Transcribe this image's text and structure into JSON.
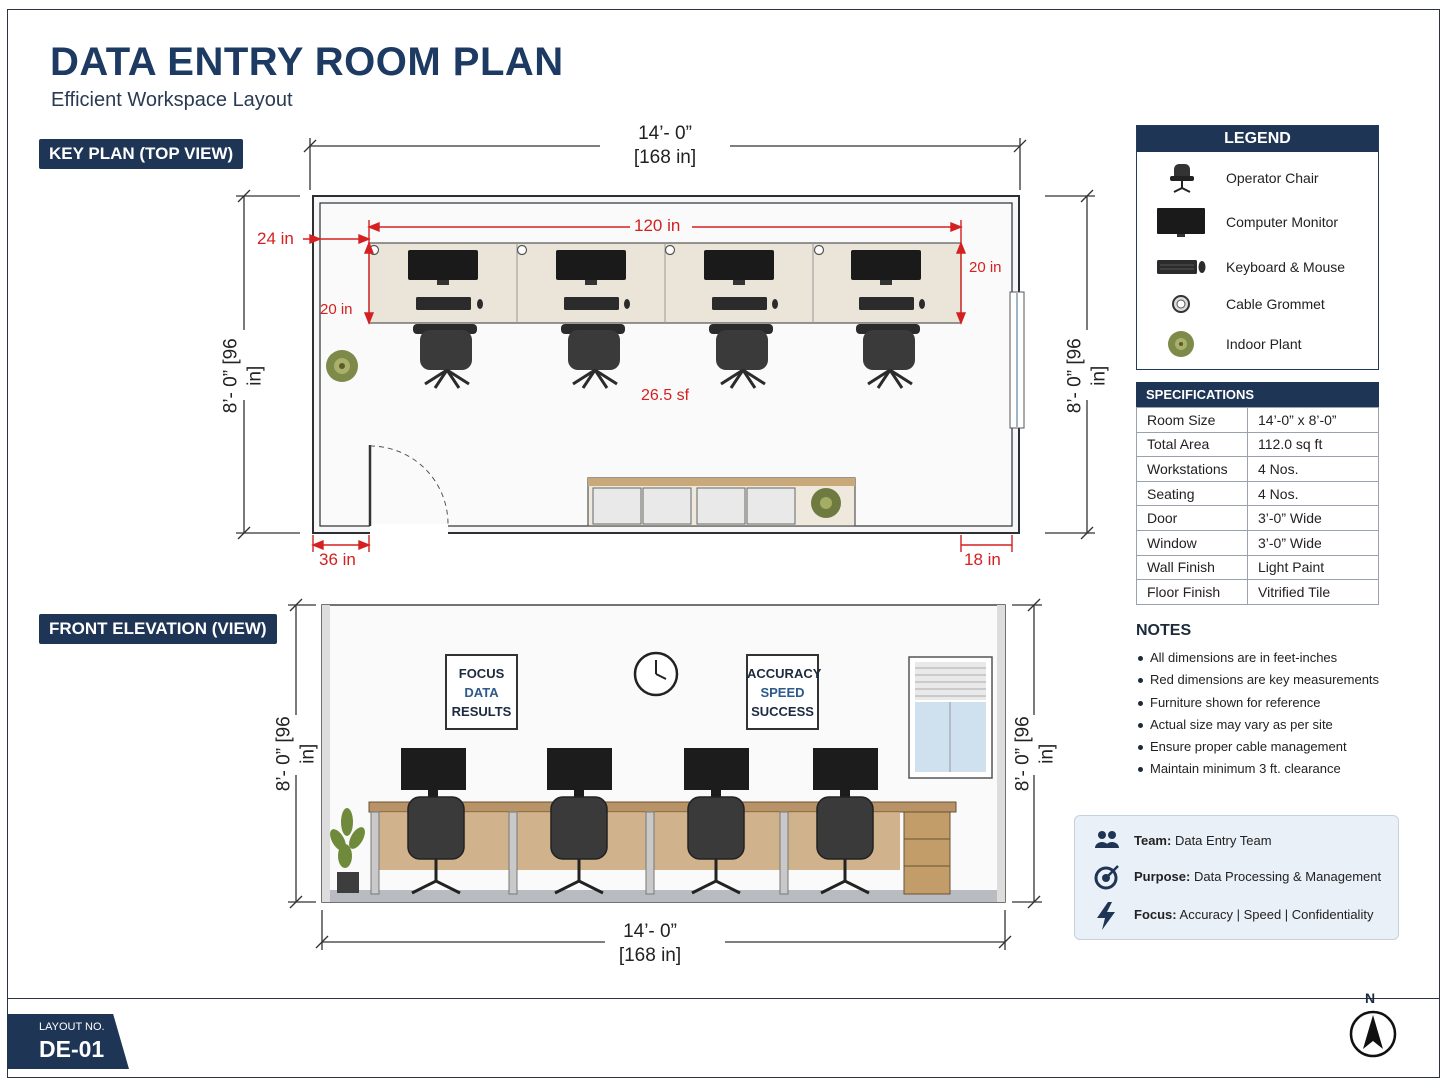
{
  "header": {
    "title": "DATA ENTRY ROOM PLAN",
    "subtitle": "Efficient Workspace Layout"
  },
  "plan": {
    "tag": "KEY PLAN (TOP VIEW)",
    "width_ft": "14’- 0”",
    "width_in": "[168 in]",
    "height_ft": "8’- 0”",
    "height_in": "[96 in]",
    "desk_length": "120 in",
    "wall_offset": "24 in",
    "desk_depth_left": "20 in",
    "desk_depth_right": "20 in",
    "area": "26.5 sf",
    "door_width": "36 in",
    "window_clear": "18 in"
  },
  "elevation": {
    "tag": "FRONT ELEVATION (VIEW)",
    "width_ft": "14’- 0”",
    "width_in": "[168 in]",
    "height_ft": "8’- 0”",
    "height_in": "[96 in]",
    "poster_left": [
      "FOCUS",
      "DATA",
      "RESULTS"
    ],
    "poster_right": [
      "ACCURACY",
      "SPEED",
      "SUCCESS"
    ]
  },
  "legend": {
    "title": "LEGEND",
    "items": [
      {
        "label": "Operator Chair",
        "icon": "chair-icon"
      },
      {
        "label": "Computer Monitor",
        "icon": "monitor-icon"
      },
      {
        "label": "Keyboard & Mouse",
        "icon": "keyboard-icon"
      },
      {
        "label": "Cable Grommet",
        "icon": "grommet-icon"
      },
      {
        "label": "Indoor Plant",
        "icon": "plant-icon"
      }
    ]
  },
  "specifications": {
    "title": "SPECIFICATIONS",
    "rows": [
      {
        "label": "Room Size",
        "value": "14’-0” x 8’-0”"
      },
      {
        "label": "Total Area",
        "value": "112.0 sq ft"
      },
      {
        "label": "Workstations",
        "value": "4 Nos."
      },
      {
        "label": "Seating",
        "value": "4 Nos."
      },
      {
        "label": "Door",
        "value": "3’-0” Wide"
      },
      {
        "label": "Window",
        "value": "3’-0” Wide"
      },
      {
        "label": "Wall Finish",
        "value": "Light Paint"
      },
      {
        "label": "Floor Finish",
        "value": "Vitrified Tile"
      }
    ]
  },
  "notes": {
    "title": "NOTES",
    "items": [
      "All dimensions are in feet-inches",
      "Red dimensions are key measurements",
      "Furniture shown for reference",
      "Actual size may vary as per site",
      "Ensure proper cable management",
      "Maintain minimum 3 ft. clearance"
    ]
  },
  "info": {
    "team_label": "Team:",
    "team_value": "Data Entry Team",
    "purpose_label": "Purpose:",
    "purpose_value": "Data Processing & Management",
    "focus_label": "Focus:",
    "focus_value": "Accuracy | Speed | Confidentiality"
  },
  "footer": {
    "layout_label": "LAYOUT NO.",
    "layout_no": "DE-01",
    "north": "N"
  },
  "colors": {
    "navy": "#1e3556",
    "red_dimension": "#d42020",
    "desk_top": "#ebe4d8",
    "desk_wood": "#b89368"
  }
}
